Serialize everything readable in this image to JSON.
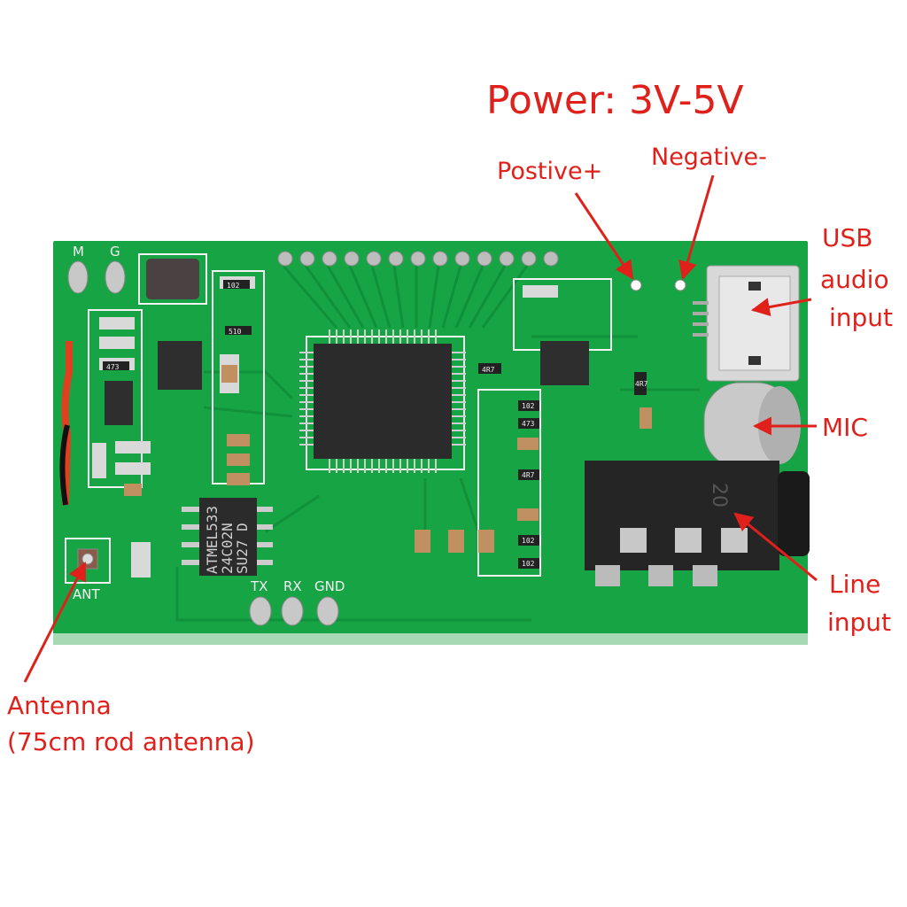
{
  "title": "Power: 3V-5V",
  "labels": {
    "positive": "Postive+",
    "negative": "Negative-",
    "usb_line1": "USB",
    "usb_line2": "audio",
    "usb_line3": "input",
    "mic": "MIC",
    "line_line1": "Line",
    "line_line2": "input",
    "antenna_line1": "Antenna",
    "antenna_line2": "(75cm rod antenna)"
  },
  "board": {
    "silk_m": "M",
    "silk_g": "G",
    "silk_ant": "ANT",
    "silk_tx": "TX",
    "silk_rx": "RX",
    "silk_gnd": "GND",
    "eeprom_line1": "ATMEL533",
    "eeprom_line2": "24C02N",
    "eeprom_line3": "SU27  D",
    "jack_marking": "20",
    "resistor_codes": [
      "102",
      "510",
      "473",
      "4R7",
      "473",
      "102",
      "4R7",
      "102",
      "102",
      "4R7"
    ]
  },
  "colors": {
    "annotation": "#e0201a",
    "pcb": "#17a444",
    "silkscreen": "#f4f4f4"
  }
}
